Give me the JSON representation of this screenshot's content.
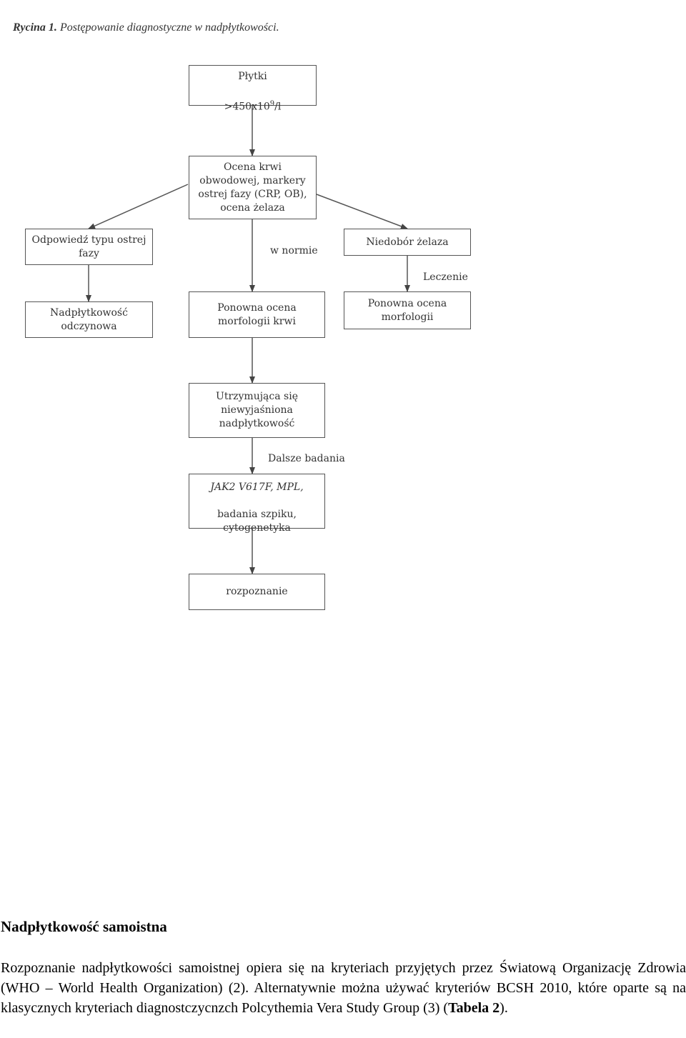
{
  "caption": {
    "label": "Rycina 1.",
    "title": "Postępowanie diagnostyczne w nadpłytkowości."
  },
  "flowchart": {
    "boxes": {
      "platelets": {
        "line1": "Płytki",
        "line2_prefix": ">450x10",
        "line2_sup": "9",
        "line2_suffix": "/l"
      },
      "assessment": "Ocena krwi\nobwodowej, markery\nostrej fazy (CRP, OB),\nocena żelaza",
      "acute_phase": "Odpowiedź typu ostrej\nfazy",
      "reactive": "Nadpłytkowość\nodczynowa",
      "iron_deficiency": "Niedobór żelaza",
      "reassess_blood": "Ponowna ocena\nmorfologii krwi",
      "reassess_morph": "Ponowna ocena\nmorfologii",
      "persistent": "Utrzymująca się\nniewyjaśniona\nnadpłytkowość",
      "tests_line1": "JAK2 V617F, MPL,",
      "tests_rest": "badania szpiku,\ncytogenetyka",
      "diagnosis": "rozpoznanie"
    },
    "labels": {
      "normal": "w normie",
      "treatment": "Leczenie",
      "further": "Dalsze badania"
    }
  },
  "section": {
    "heading": "Nadpłytkowość samoistna",
    "paragraph_main": "Rozpoznanie nadpłytkowości samoistnej opiera się na kryteriach przyjętych przez Światową Organizację Zdrowia (WHO – World Health Organization) (2). Alternatywnie można używać kryteriów BCSH 2010, które oparte są na klasycznych kryteriach diagnostczycnzch Polcythemia Vera Study Group (3) (",
    "paragraph_bold": "Tabela 2",
    "paragraph_end": ")."
  }
}
